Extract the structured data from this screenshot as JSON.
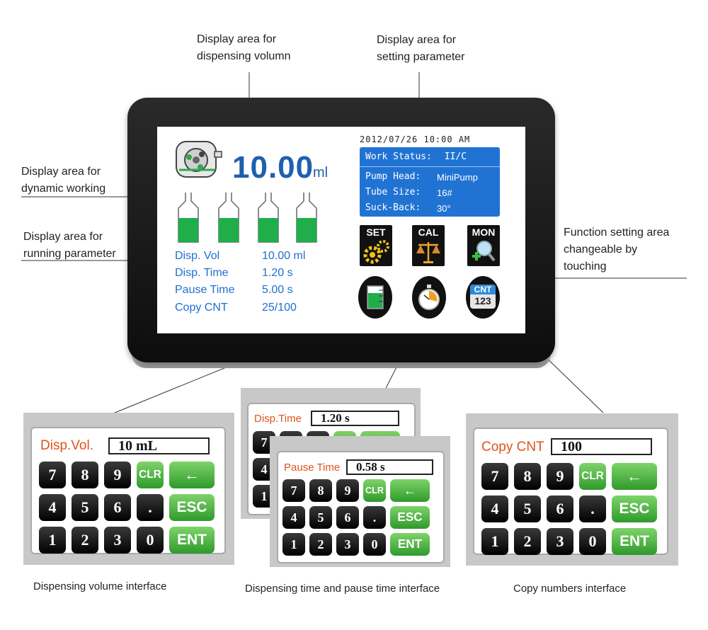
{
  "callouts": {
    "dispensing_volume_area": [
      "Display area for",
      "dispensing volumn"
    ],
    "setting_parameter_area": [
      "Display area for",
      "setting parameter"
    ],
    "dynamic_working_area": [
      "Display area for",
      "dynamic working"
    ],
    "running_parameter_area": [
      "Display area for",
      "running parameter"
    ],
    "function_setting_area": [
      "Function setting area",
      "changeable by",
      "touching"
    ]
  },
  "screen": {
    "volume_value": "10.00",
    "volume_unit": "ml",
    "datetime": "2012/07/26 10:00 AM",
    "status_panel_color": "#2173d3",
    "work_status_label": "Work Status:",
    "work_status_value": "II/C",
    "status_rows": [
      {
        "label": "Pump Head:",
        "value": "MiniPump"
      },
      {
        "label": "Tube Size:",
        "value": "16#"
      },
      {
        "label": "Suck-Back:",
        "value": "30°"
      }
    ],
    "run_params": [
      {
        "label": "Disp. Vol",
        "value": "10.00  ml"
      },
      {
        "label": "Disp. Time",
        "value": "1.20  s"
      },
      {
        "label": "Pause Time",
        "value": "5.00  s"
      },
      {
        "label": "Copy CNT",
        "value": "25/100"
      }
    ],
    "function_buttons": [
      {
        "label": "SET",
        "icon": "gears-icon"
      },
      {
        "label": "CAL",
        "icon": "balance-scale-icon"
      },
      {
        "label": "MON",
        "icon": "magnifier-plus-icon"
      }
    ],
    "round_buttons": [
      {
        "icon": "beaker-icon"
      },
      {
        "icon": "stopwatch-icon"
      },
      {
        "label": "CNT",
        "sub_label": "123",
        "icon": "counter-icon"
      }
    ],
    "liquid_color": "#1fae4a"
  },
  "keypads": {
    "volume": {
      "label": "Disp.Vol.",
      "value": "10 mL"
    },
    "time": {
      "label": "Disp.Time",
      "value": "1.20 s"
    },
    "pause": {
      "label": "Pause Time",
      "value": "0.58 s"
    },
    "copy": {
      "label": "Copy CNT",
      "value": "100"
    },
    "keys": [
      "7",
      "8",
      "9",
      "CLR",
      "←",
      "4",
      "5",
      "6",
      ".",
      "ESC",
      "1",
      "2",
      "3",
      "0",
      "ENT"
    ]
  },
  "captions": {
    "volume_interface": "Dispensing volume interface",
    "time_interface": "Dispensing time and pause time interface",
    "copy_interface": "Copy numbers interface"
  }
}
